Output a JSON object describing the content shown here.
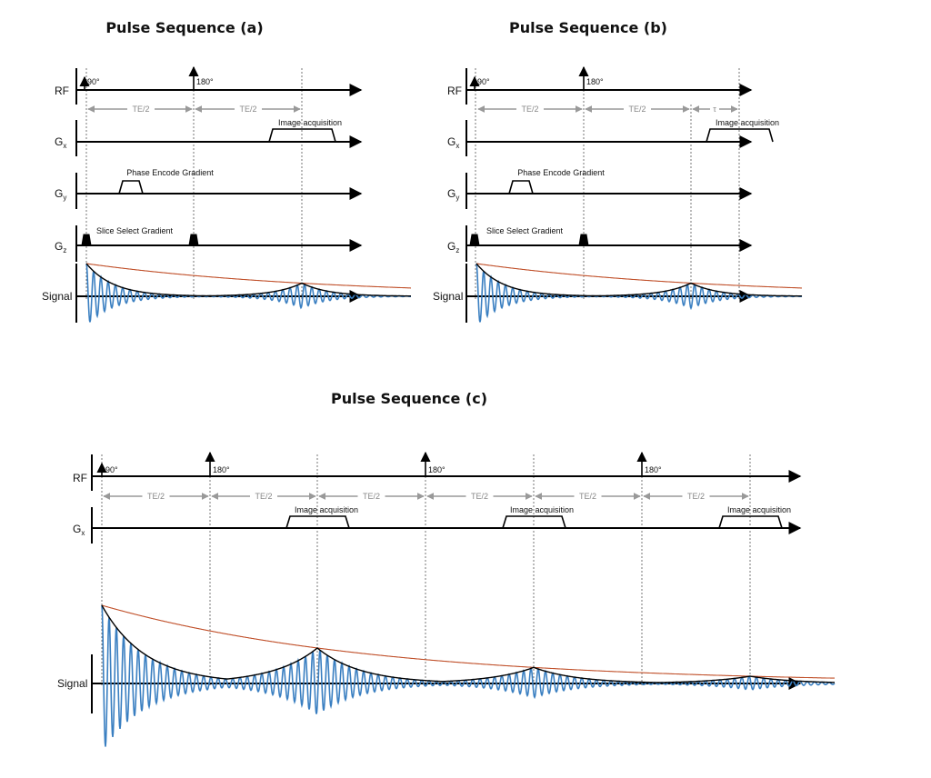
{
  "panels": [
    {
      "id": "a",
      "title": "Pulse Sequence (a)",
      "rf_label": "RF",
      "gx_label": "G",
      "gx_sub": "x",
      "gy_label": "G",
      "gy_sub": "y",
      "gz_label": "G",
      "gz_sub": "z",
      "signal_label": "Signal",
      "pulse_90": "90°",
      "pulse_180": "180°",
      "te_labels": [
        "TE/2",
        "TE/2"
      ],
      "acq_label": "Image acquisition",
      "phase_label": "Phase Encode Gradient",
      "slice_label": "Slice Select Gradient"
    },
    {
      "id": "b",
      "title": "Pulse Sequence (b)",
      "rf_label": "RF",
      "gx_label": "G",
      "gx_sub": "x",
      "gy_label": "G",
      "gy_sub": "y",
      "gz_label": "G",
      "gz_sub": "z",
      "signal_label": "Signal",
      "pulse_90": "90°",
      "pulse_180": "180°",
      "te_labels": [
        "TE/2",
        "TE/2"
      ],
      "tau_label": "τ",
      "acq_label": "Image acquisition",
      "phase_label": "Phase Encode Gradient",
      "slice_label": "Slice Select Gradient"
    },
    {
      "id": "c",
      "title": "Pulse Sequence (c)",
      "rf_label": "RF",
      "gx_label": "G",
      "gx_sub": "x",
      "signal_label": "Signal",
      "pulse_90": "90°",
      "pulse_180": [
        "180°",
        "180°",
        "180°"
      ],
      "te_labels": [
        "TE/2",
        "TE/2",
        "TE/2",
        "TE/2",
        "TE/2",
        "TE/2"
      ],
      "acq_labels": [
        "Image acquisition",
        "Image acquisition",
        "Image acquisition"
      ]
    }
  ],
  "colors": {
    "signal": "#3a7fc1",
    "t2_decay": "#c0502a",
    "echo_envelope": "#000000",
    "te_arrows": "#999999"
  }
}
